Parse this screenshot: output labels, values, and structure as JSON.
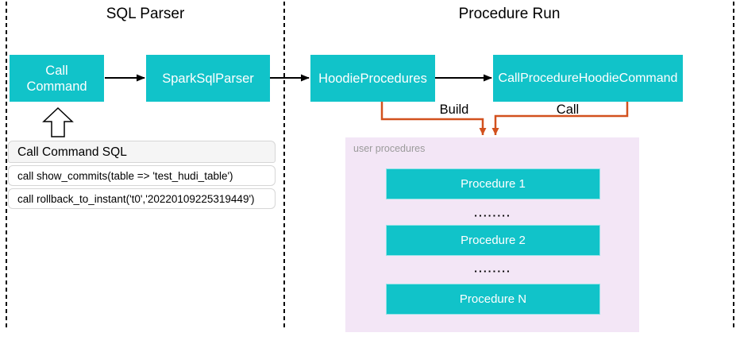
{
  "sql_parser": {
    "title": "SQL Parser"
  },
  "procedure_run": {
    "title": "Procedure Run"
  },
  "nodes": {
    "call_command": "Call Command",
    "spark_sql_parser": "SparkSqlParser",
    "hoodie_procedures": "HoodieProcedures",
    "call_procedure_hoodie_command": "CallProcedureHoodieCommand"
  },
  "labels": {
    "build": "Build",
    "call": "Call"
  },
  "sql_panel": {
    "title": "Call Command SQL",
    "rows": [
      "call show_commits(table => 'test_hudi_table')",
      "call rollback_to_instant('t0','20220109225319449')"
    ]
  },
  "user_procedures": {
    "label": "user procedures",
    "items": [
      "Procedure 1",
      "Procedure 2",
      "Procedure N"
    ],
    "ellipsis": "▪▪▪▪▪▪▪▪"
  },
  "colors": {
    "node_teal": "#11c3c9",
    "procedures_panel_pink": "#f3e6f6",
    "connector_orange": "#d2511e",
    "connector_black": "#000000",
    "panel_header_gray": "#f5f5f5",
    "muted_label_gray": "#9b9b9b"
  }
}
